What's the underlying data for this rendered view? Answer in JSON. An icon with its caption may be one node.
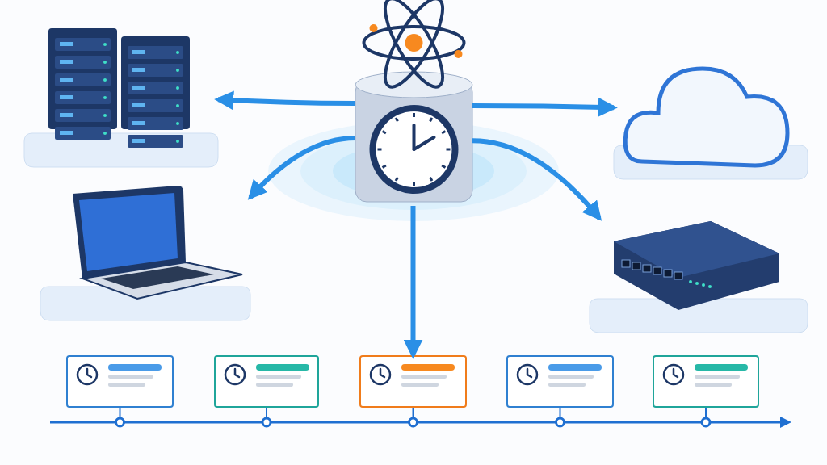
{
  "diagram": {
    "nodes": [
      {
        "text": [],
        "shape": "picture"
      },
      {
        "text": [],
        "shape": "picture"
      },
      {
        "text": [],
        "shape": "picture"
      },
      {
        "text": [],
        "shape": "picture"
      },
      {
        "text": [],
        "shape": "picture"
      },
      {
        "text": [],
        "shape": "box"
      },
      {
        "text": [],
        "shape": "box"
      },
      {
        "text": [],
        "shape": "box"
      },
      {
        "text": [],
        "shape": "box"
      },
      {
        "text": [],
        "shape": "box"
      },
      {
        "text": [],
        "shape": "bar"
      }
    ],
    "edges": [
      {
        "from": 1,
        "to": 0,
        "arrow": "to",
        "style": "thick"
      },
      {
        "from": 1,
        "to": 2,
        "arrow": "to",
        "style": "thick"
      },
      {
        "from": 1,
        "to": 3,
        "arrow": "to",
        "style": "thick"
      },
      {
        "from": 1,
        "to": 4,
        "arrow": "to",
        "style": "thick"
      },
      {
        "from": 1,
        "to": 7,
        "arrow": "to",
        "style": "thick"
      },
      {
        "from": 5,
        "to": 10,
        "arrow": "none"
      },
      {
        "from": 6,
        "to": 10,
        "arrow": "none"
      },
      {
        "from": 7,
        "to": 10,
        "arrow": "none"
      },
      {
        "from": 8,
        "to": 10,
        "arrow": "none"
      },
      {
        "from": 9,
        "to": 10,
        "arrow": "none"
      }
    ]
  }
}
